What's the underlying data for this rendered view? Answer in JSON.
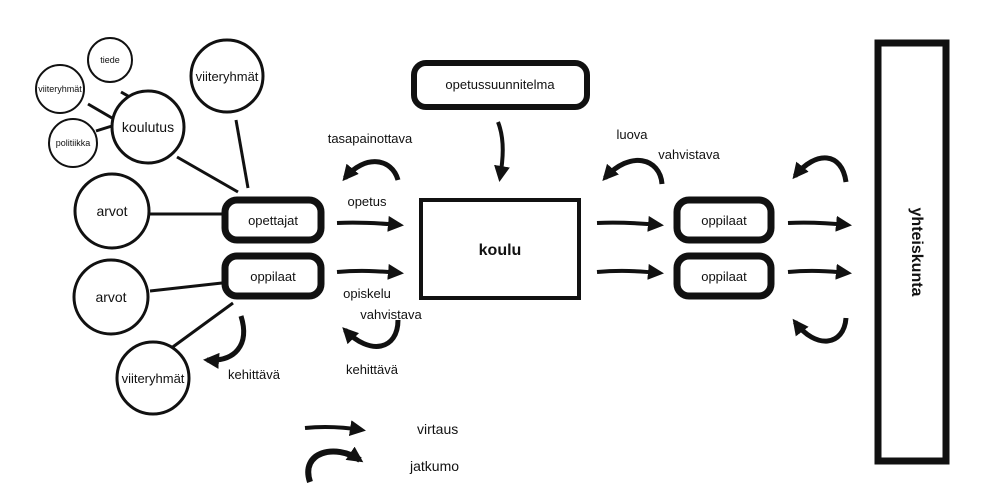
{
  "circles": {
    "tiede": "tiede",
    "viiteryhmat_small": "viiteryhmät",
    "politiikka": "politiikka",
    "koulutus": "koulutus",
    "viiteryhmat_top": "viiteryhmät",
    "arvot_top": "arvot",
    "arvot_bottom": "arvot",
    "viiteryhmat_bottom": "viiteryhmät"
  },
  "boxes": {
    "opettajat": "opettajat",
    "oppilaat_left": "oppilaat",
    "opetussuunnitelma": "opetussuunnitelma",
    "koulu": "koulu",
    "oppilaat_right_top": "oppilaat",
    "oppilaat_right_bottom": "oppilaat",
    "yhteiskunta": "yhteiskunta"
  },
  "labels": {
    "tasapainottava": "tasapainottava",
    "opetus": "opetus",
    "opiskelu": "opiskelu",
    "vahvistava_left": "vahvistava",
    "kehittava_left": "kehittävä",
    "kehittava_mid": "kehittävä",
    "luova": "luova",
    "vahvistava_right": "vahvistava"
  },
  "legend": {
    "virtaus": "virtaus",
    "jatkumo": "jatkumo"
  },
  "colors": {
    "ink": "#111111",
    "background": "#ffffff"
  }
}
